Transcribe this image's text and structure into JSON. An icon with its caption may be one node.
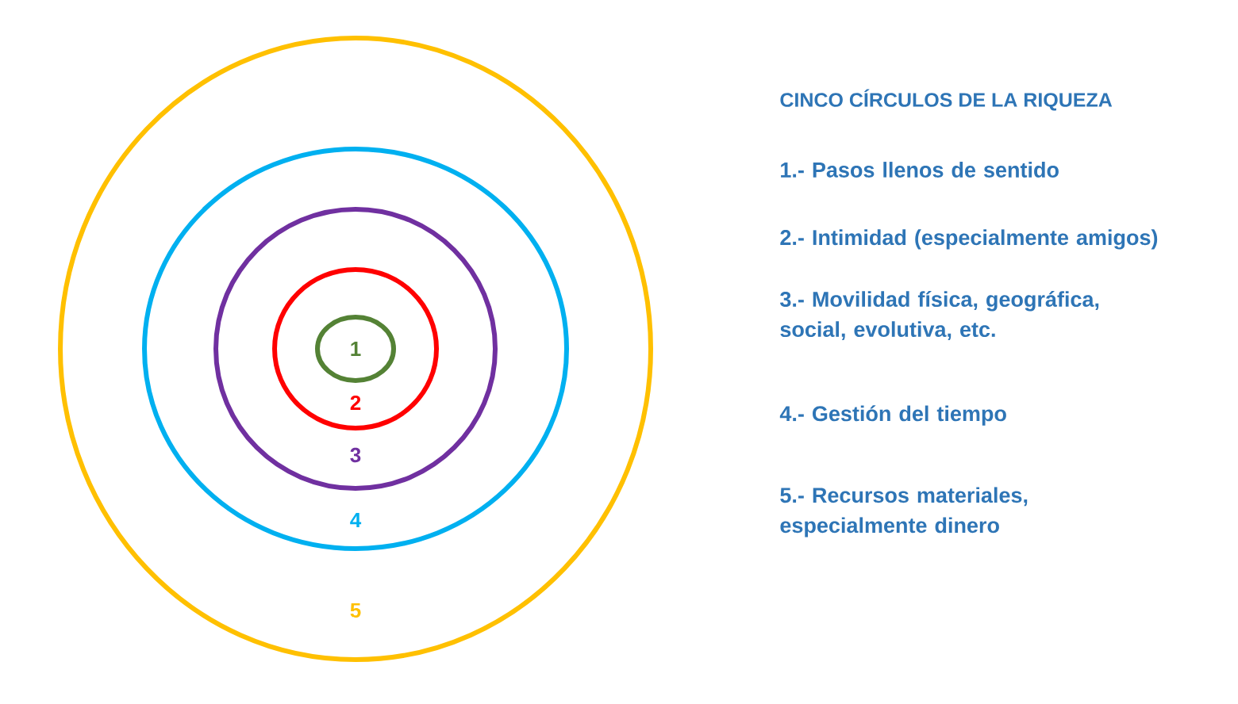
{
  "diagram": {
    "title": "CINCO CÍRCULOS DE LA RIQUEZA",
    "nodes": [
      {
        "text": [
          "5"
        ]
      },
      {
        "text": [
          "4"
        ],
        "in": 0
      },
      {
        "text": [
          "3"
        ],
        "in": 1
      },
      {
        "text": [
          "2"
        ],
        "in": 2
      },
      {
        "text": [
          "1"
        ],
        "in": 3
      }
    ],
    "labels": [
      "1.- Pasos llenos de sentido",
      "2.- Intimidad (especialmente amigos)",
      "3.- Movilidad física, geográfica, social, evolutiva, etc.",
      "4.- Gestión del tiempo",
      "5.- Recursos materiales, especialmente dinero"
    ]
  }
}
